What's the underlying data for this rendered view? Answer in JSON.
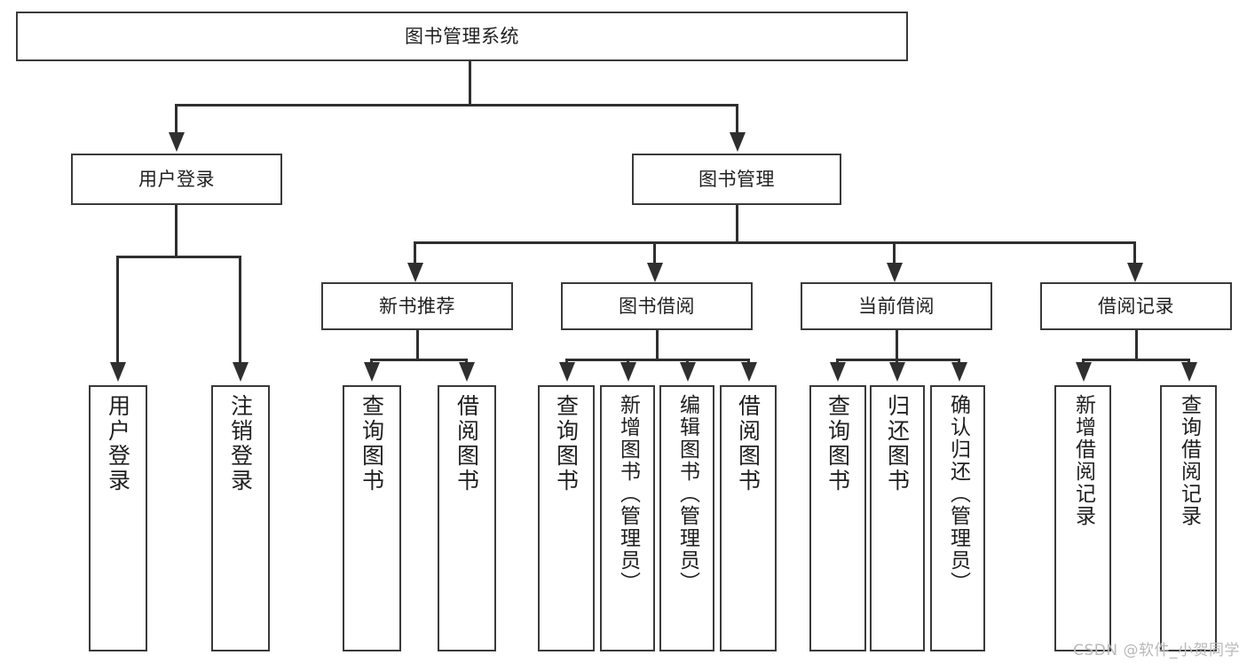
{
  "diagram": {
    "title": "图书管理系统",
    "type": "tree-hierarchy-chart",
    "root": {
      "label": "图书管理系统"
    },
    "level2": [
      {
        "label": "用户登录"
      },
      {
        "label": "图书管理"
      }
    ],
    "level3": [
      {
        "label": "新书推荐"
      },
      {
        "label": "图书借阅"
      },
      {
        "label": "当前借阅"
      },
      {
        "label": "借阅记录"
      }
    ],
    "leaves": {
      "user_login": [
        {
          "label": "用户登录"
        },
        {
          "label": "注销登录"
        }
      ],
      "new_book_recommend": [
        {
          "label": "查询图书"
        },
        {
          "label": "借阅图书"
        }
      ],
      "book_borrow": [
        {
          "label": "查询图书"
        },
        {
          "label": "新增图书（管理员）"
        },
        {
          "label": "编辑图书（管理员）"
        },
        {
          "label": "借阅图书"
        }
      ],
      "current_borrow": [
        {
          "label": "查询图书"
        },
        {
          "label": "归还图书"
        },
        {
          "label": "确认归还（管理员）"
        }
      ],
      "borrow_record": [
        {
          "label": "新增借阅记录"
        },
        {
          "label": "查询借阅记录"
        }
      ]
    }
  },
  "watermark": {
    "text": "CSDN @软件_小贺同学"
  },
  "colors": {
    "box_border": "#3a3a3a",
    "connector": "#2f2f2f",
    "text": "#1f1f1f",
    "background": "#ffffff",
    "watermark": "#b9b9b9"
  }
}
